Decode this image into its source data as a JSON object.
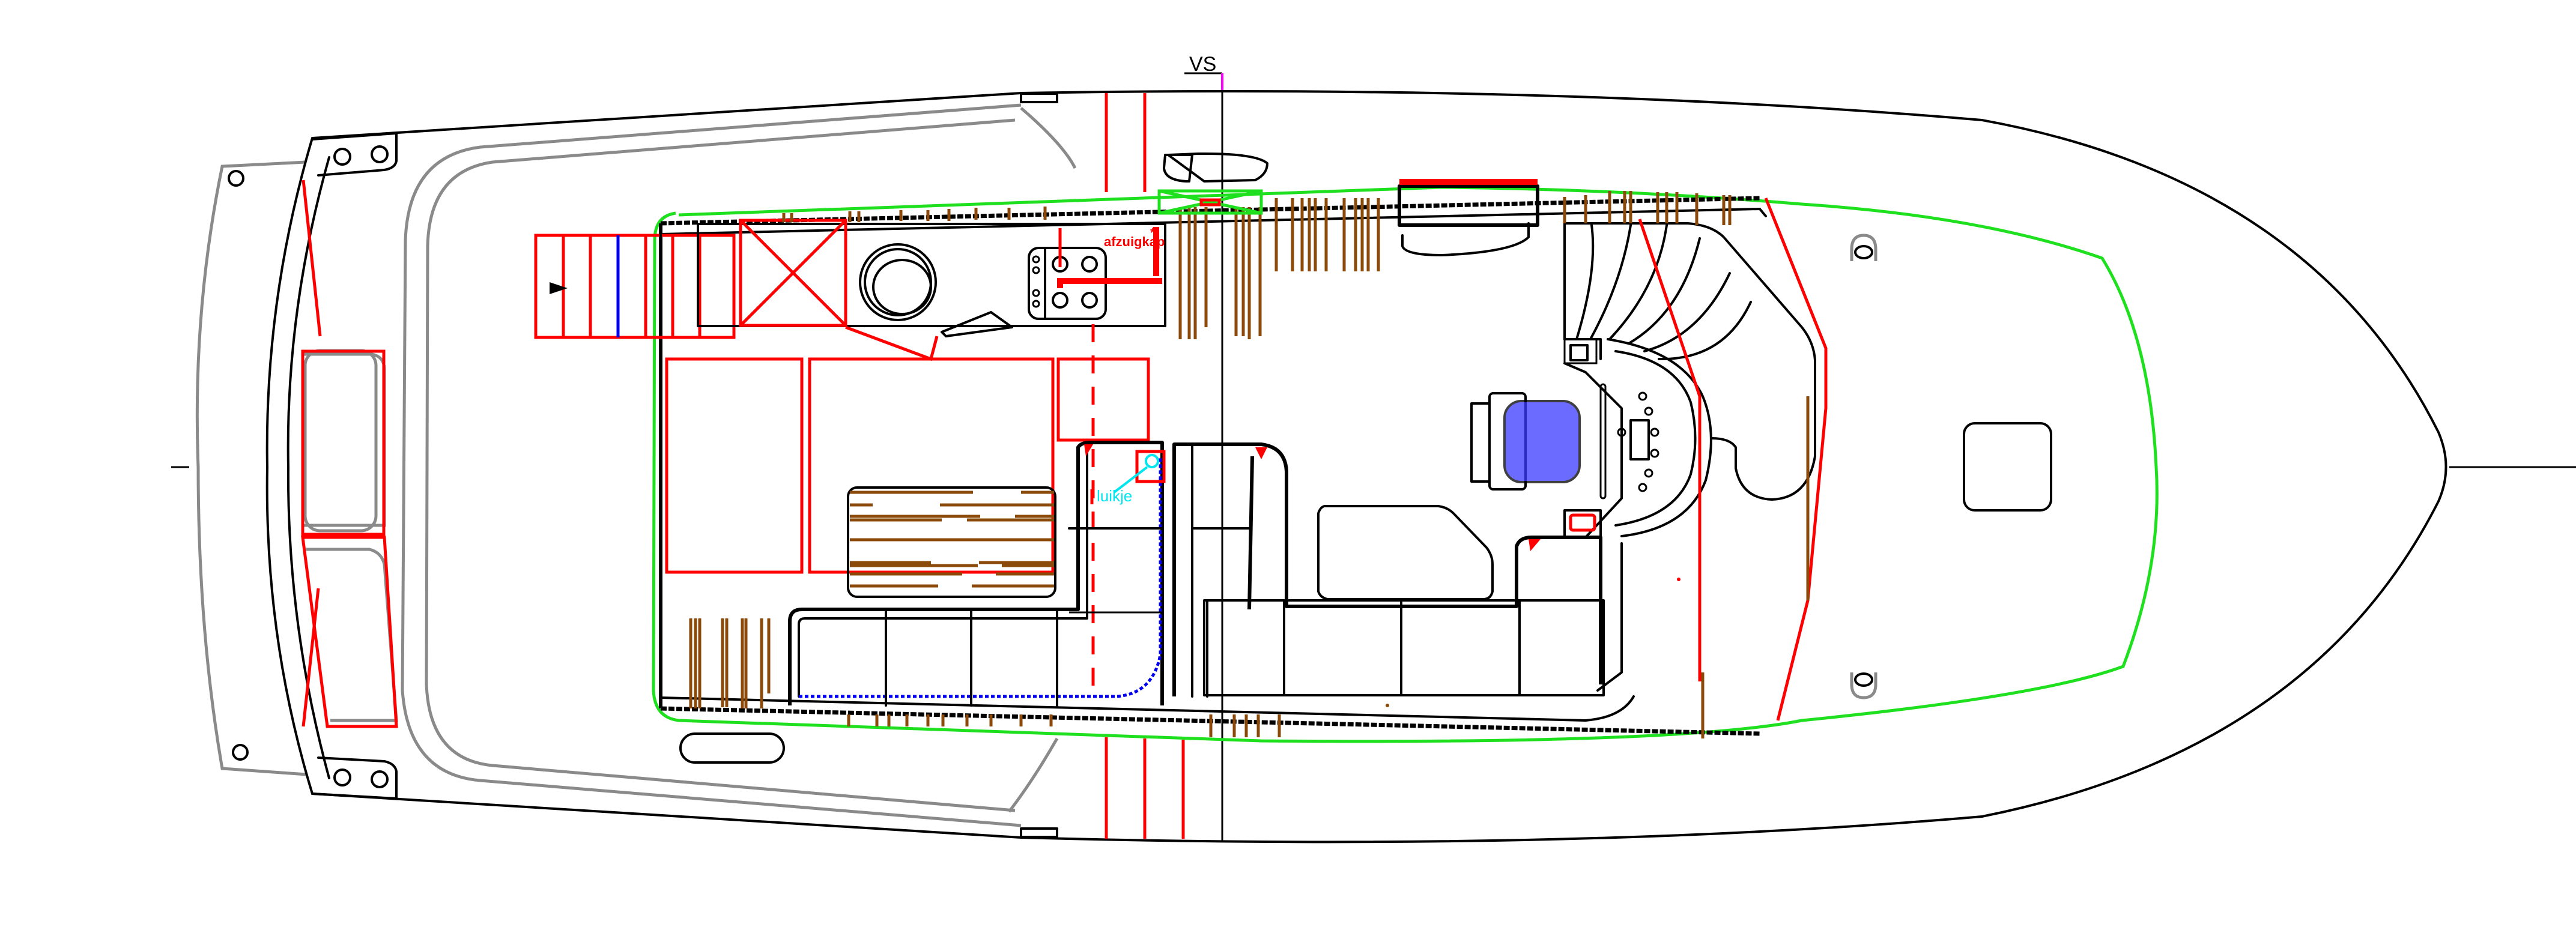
{
  "drawing": {
    "title": "Boat deck layout — top view",
    "labels": {
      "station_mark": "VS",
      "range_hood": "afzuigkap",
      "hatch": "luikje"
    },
    "colors": {
      "outline": "#000000",
      "outline_secondary": "#8a8a8a",
      "furniture": "#ff0000",
      "deck_edge": "#1ee01e",
      "wood_planks": "#8b4a0a",
      "upholstery": "#0000ee",
      "annotation": "#00e5ee",
      "marker": "#ff00ff"
    }
  }
}
